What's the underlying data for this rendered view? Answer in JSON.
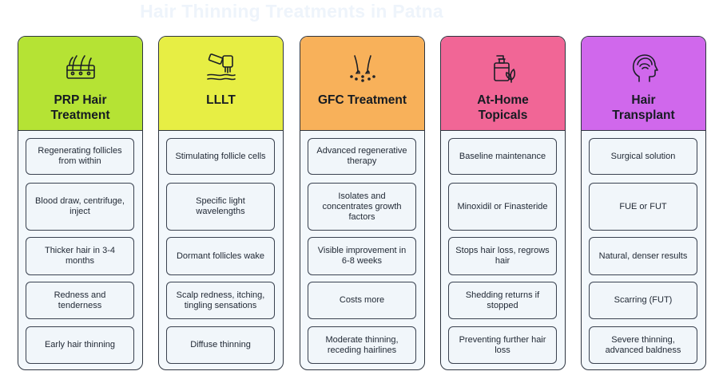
{
  "title": "Hair Thinning Treatments in Patna",
  "colors": {
    "prp": "#b5e334",
    "lllt": "#e7ee44",
    "gfc": "#f8b15a",
    "topicals": "#f16696",
    "transplant": "#d068ec"
  },
  "columns": [
    {
      "id": "prp",
      "icon": "hair-follicle-skin-icon",
      "title_line1": "PRP Hair",
      "title_line2": "Treatment",
      "items": [
        "Regenerating follicles from within",
        "Blood draw, centrifuge, inject",
        "Thicker hair in 3-4 months",
        "Redness and tenderness",
        "Early hair thinning"
      ]
    },
    {
      "id": "lllt",
      "icon": "laser-device-icon",
      "title_line1": "LLLT",
      "title_line2": "",
      "items": [
        "Stimulating follicle cells",
        "Specific light wavelengths",
        "Dormant follicles wake",
        "Scalp redness, itching, tingling sensations",
        "Diffuse thinning"
      ]
    },
    {
      "id": "gfc",
      "icon": "hair-roots-icon",
      "title_line1": "GFC Treatment",
      "title_line2": "",
      "items": [
        "Advanced regenerative therapy",
        "Isolates and concentrates growth factors",
        "Visible improvement in 6-8 weeks",
        "Costs more",
        "Moderate thinning, receding hairlines"
      ]
    },
    {
      "id": "topicals",
      "icon": "pump-bottle-leaf-icon",
      "title_line1": "At-Home",
      "title_line2": "Topicals",
      "items": [
        "Baseline maintenance",
        "Minoxidil or Finasteride",
        "Stops hair loss, regrows hair",
        "Shedding returns if stopped",
        "Preventing further hair loss"
      ]
    },
    {
      "id": "transplant",
      "icon": "head-profile-icon",
      "title_line1": "Hair",
      "title_line2": "Transplant",
      "items": [
        "Surgical solution",
        "FUE or FUT",
        "Natural, denser results",
        "Scarring (FUT)",
        "Severe thinning, advanced baldness"
      ]
    }
  ]
}
